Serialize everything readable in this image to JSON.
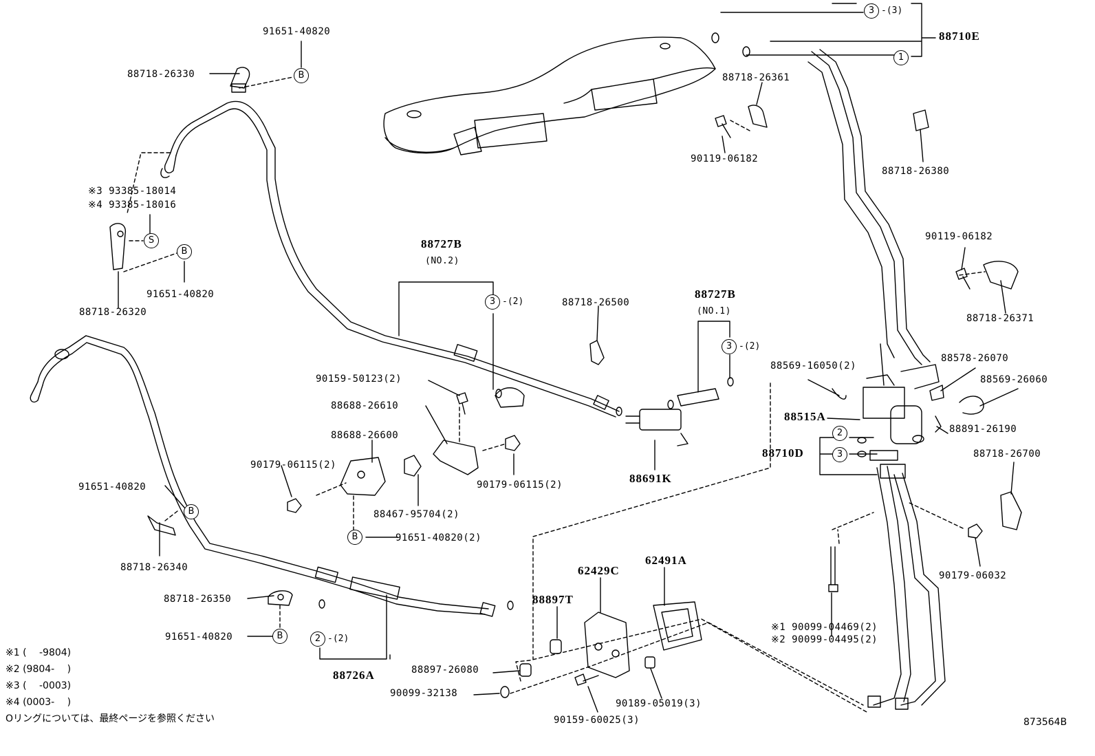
{
  "labels": {
    "p91651_40820_top": "91651-40820",
    "p88718_26330": "88718-26330",
    "p93385_18014": "※3 93385-18014",
    "p93385_18016": "※4 93385-18016",
    "p91651_40820_left": "91651-40820",
    "p88718_26320": "88718-26320",
    "p88727B_no2": "88727B",
    "p88727B_no2_sub": "(NO.2)",
    "p90159_50123": "90159-50123(2)",
    "p88688_26610": "88688-26610",
    "p88688_26600": "88688-26600",
    "p90179_06115_left": "90179-06115(2)",
    "p90179_06115_right": "90179-06115(2)",
    "p88467_95704": "88467-95704(2)",
    "p91651_40820_mid": "91651-40820(2)",
    "p91651_40820_lower": "91651-40820",
    "p88718_26340": "88718-26340",
    "p88718_26350": "88718-26350",
    "p91651_40820_bottom": "91651-40820",
    "p88726A": "88726A",
    "p88718_26500": "88718-26500",
    "p88727B_no1": "88727B",
    "p88727B_no1_sub": "(NO.1)",
    "p88691K": "88691K",
    "p88718_26361": "88718-26361",
    "p90119_06182_top": "90119-06182",
    "p88710E": "88710E",
    "p88718_26380": "88718-26380",
    "p90119_06182_right": "90119-06182",
    "p88718_26371": "88718-26371",
    "p88569_16050": "88569-16050(2)",
    "p88578_26070": "88578-26070",
    "p88569_26060": "88569-26060",
    "p88515A": "88515A",
    "p88891_26190": "88891-26190",
    "p88710D": "88710D",
    "p88718_26700": "88718-26700",
    "p90179_06032": "90179-06032",
    "p90099_04469": "※1 90099-04469(2)",
    "p90099_04495": "※2 90099-04495(2)",
    "p62429C": "62429C",
    "p62491A": "62491A",
    "p88897T": "88897T",
    "p88897_26080": "88897-26080",
    "p90099_32138": "90099-32138",
    "p90159_60025": "90159-60025(3)",
    "p90189_05019": "90189-05019(3)"
  },
  "callouts": {
    "B": "B",
    "S": "S",
    "one": "1",
    "two": "2",
    "three": "3",
    "qty3": "-(3)",
    "qty2": "-(2)"
  },
  "footnotes": {
    "n1": "※1 (　 -9804)",
    "n2": "※2 (9804-　 )",
    "n3": "※3 (　 -0003)",
    "n4": "※4 (0003-　 )",
    "oring": "Oリングについては、最終ページを参照ください"
  },
  "figure_code": "873564B"
}
